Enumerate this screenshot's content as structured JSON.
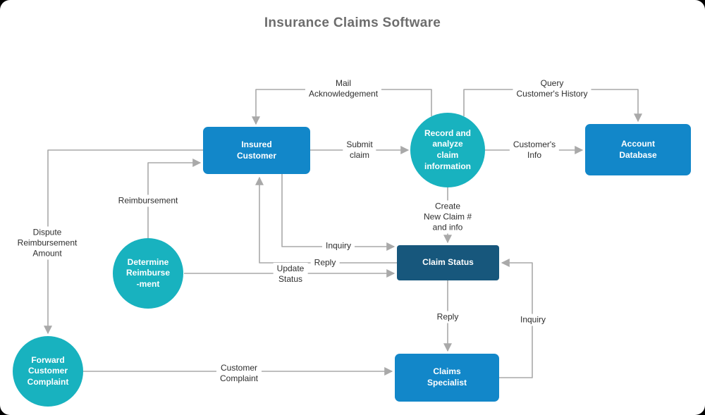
{
  "title": "Insurance Claims Software",
  "colors": {
    "entity_blue": "#1287c9",
    "store_dark_blue": "#17577c",
    "process_teal": "#18b2bf",
    "connector_gray": "#a9a9a9",
    "title_gray": "#6d6d6d"
  },
  "nodes": {
    "insured_customer": {
      "label": "Insured\nCustomer",
      "type": "rectangle"
    },
    "account_database": {
      "label": "Account\nDatabase",
      "type": "rectangle"
    },
    "claims_specialist": {
      "label": "Claims\nSpecialist",
      "type": "rectangle"
    },
    "claim_status": {
      "label": "Claim Status",
      "type": "rectangle-dark"
    },
    "record_analyze": {
      "label": "Record and\nanalyze\nclaim\ninformation",
      "type": "circle"
    },
    "determine_reimbursement": {
      "label": "Determine\nReimburse\n-ment",
      "type": "circle"
    },
    "forward_complaint": {
      "label": "Forward\nCustomer\nComplaint",
      "type": "circle"
    }
  },
  "edge_labels": {
    "mail_ack": "Mail\nAcknowledgement",
    "query_history": "Query\nCustomer's History",
    "submit_claim": "Submit\nclaim",
    "customers_info": "Customer's\nInfo",
    "create_claim": "Create\nNew Claim #\nand info",
    "reimbursement": "Reimbursement",
    "dispute": "Dispute\nReimbursement\nAmount",
    "inquiry_customer": "Inquiry",
    "reply_customer": "Reply",
    "update_status": "Update\nStatus",
    "reply_specialist": "Reply",
    "inquiry_specialist": "Inquiry",
    "customer_complaint": "Customer\nComplaint"
  }
}
